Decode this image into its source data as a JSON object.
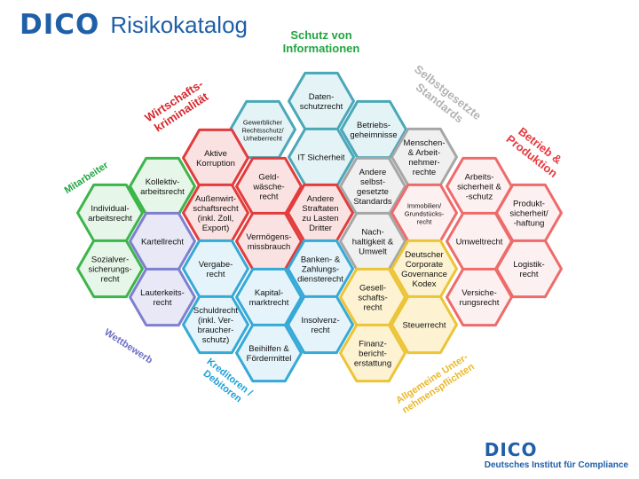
{
  "header": {
    "logo": "DICO",
    "title": "Risikokatalog"
  },
  "footer": {
    "logo": "DICO",
    "subtitle": "Deutsches Institut für Compliance"
  },
  "colors": {
    "green": {
      "stroke": "#3cb54a",
      "fill": "#e6f6e8"
    },
    "red": {
      "stroke": "#e23c3c",
      "fill": "#fbe2e2"
    },
    "teal": {
      "stroke": "#4aa8b8",
      "fill": "#e4f3f6"
    },
    "gray": {
      "stroke": "#a6a6a6",
      "fill": "#f0f0f0"
    },
    "pink": {
      "stroke": "#ee6b6b",
      "fill": "#fdf0f0"
    },
    "purple": {
      "stroke": "#7f7fd0",
      "fill": "#e8e8f7"
    },
    "cyan": {
      "stroke": "#37a9d6",
      "fill": "#e4f4fa"
    },
    "yellow": {
      "stroke": "#ecc437",
      "fill": "#fdf3d3"
    }
  },
  "categories": [
    {
      "id": "schutz",
      "lines": [
        "Schutz von",
        "Informationen"
      ],
      "color": "#22a541"
    },
    {
      "id": "wirtschaftskriminalitaet",
      "lines": [
        "Wirtschafts-",
        "kriminalität"
      ],
      "color": "#d7262c"
    },
    {
      "id": "selbstgesetzte",
      "lines": [
        "Selbstgesetzte",
        "Standards"
      ],
      "color": "#b3b3b3"
    },
    {
      "id": "betrieb",
      "lines": [
        "Betrieb &",
        "Produktion"
      ],
      "color": "#e8393f"
    },
    {
      "id": "mitarbeiter",
      "lines": [
        "Mitarbeiter"
      ],
      "color": "#22a541"
    },
    {
      "id": "wettbewerb",
      "lines": [
        "Wettbewerb"
      ],
      "color": "#6f6fc4"
    },
    {
      "id": "kreditoren",
      "lines": [
        "Kreditoren /",
        "Debitoren"
      ],
      "color": "#1e9fd6"
    },
    {
      "id": "allgemeine",
      "lines": [
        "Allgemeine Unter-",
        "nehmenspflichten"
      ],
      "color": "#eab82a"
    }
  ],
  "hexes": [
    {
      "id": "datenschutzrecht",
      "lines": [
        "Daten-",
        "schutzrecht"
      ],
      "color": "teal"
    },
    {
      "id": "gewerblicher-rechtsschutz",
      "lines": [
        "Gewerblicher",
        "Rechtsschutz/",
        "Urheberrecht"
      ],
      "color": "teal",
      "small": true
    },
    {
      "id": "betriebsgeheimnisse",
      "lines": [
        "Betriebs-",
        "geheimnisse"
      ],
      "color": "teal"
    },
    {
      "id": "it-sicherheit",
      "lines": [
        "IT Sicherheit"
      ],
      "color": "teal"
    },
    {
      "id": "aktive-korruption",
      "lines": [
        "Aktive",
        "Korruption"
      ],
      "color": "red"
    },
    {
      "id": "geldwaeschrecht",
      "lines": [
        "Geld-",
        "wäsche-",
        "recht"
      ],
      "color": "red"
    },
    {
      "id": "aussenwirtschaftsrecht",
      "lines": [
        "Außenwirt-",
        "schaftsrecht",
        "(inkl. Zoll,",
        "Export)"
      ],
      "color": "red"
    },
    {
      "id": "andere-straftaten",
      "lines": [
        "Andere",
        "Straftaten",
        "zu Lasten",
        "Dritter"
      ],
      "color": "red"
    },
    {
      "id": "vermoegensmissbrauch",
      "lines": [
        "Vermögens-",
        "missbrauch"
      ],
      "color": "red"
    },
    {
      "id": "menschenrechte",
      "lines": [
        "Menschen-",
        "& Arbeit-",
        "nehmer-",
        "rechte"
      ],
      "color": "gray"
    },
    {
      "id": "andere-standards",
      "lines": [
        "Andere",
        "selbst-",
        "gesetzte",
        "Standards"
      ],
      "color": "gray"
    },
    {
      "id": "nachhaltigkeit",
      "lines": [
        "Nach-",
        "haltigkeit &",
        "Umwelt"
      ],
      "color": "gray"
    },
    {
      "id": "arbeitssicherheit",
      "lines": [
        "Arbeits-",
        "sicherheit &",
        "-schutz"
      ],
      "color": "pink"
    },
    {
      "id": "immobilien",
      "lines": [
        "Immobilien/",
        "Grundstücks-",
        "recht"
      ],
      "color": "pink",
      "small": true
    },
    {
      "id": "produktsicherheit",
      "lines": [
        "Produkt-",
        "sicherheit/",
        "-haftung"
      ],
      "color": "pink"
    },
    {
      "id": "umweltrecht",
      "lines": [
        "Umweltrecht"
      ],
      "color": "pink"
    },
    {
      "id": "logistikrecht",
      "lines": [
        "Logistik-",
        "recht"
      ],
      "color": "pink"
    },
    {
      "id": "versicherungsrecht",
      "lines": [
        "Versiche-",
        "rungsrecht"
      ],
      "color": "pink"
    },
    {
      "id": "kollektivarbeitsrecht",
      "lines": [
        "Kollektiv-",
        "arbeitsrecht"
      ],
      "color": "green"
    },
    {
      "id": "individualarbeitsrecht",
      "lines": [
        "Individual-",
        "arbeitsrecht"
      ],
      "color": "green"
    },
    {
      "id": "sozialversicherungsrecht",
      "lines": [
        "Sozialver-",
        "sicherungs-",
        "recht"
      ],
      "color": "green"
    },
    {
      "id": "kartellrecht",
      "lines": [
        "Kartellrecht"
      ],
      "color": "purple"
    },
    {
      "id": "lauterkeitsrecht",
      "lines": [
        "Lauterkeits-",
        "recht"
      ],
      "color": "purple"
    },
    {
      "id": "vergaberecht",
      "lines": [
        "Vergabe-",
        "recht"
      ],
      "color": "cyan"
    },
    {
      "id": "kapitalmarktrecht",
      "lines": [
        "Kapital-",
        "marktrecht"
      ],
      "color": "cyan"
    },
    {
      "id": "banken-zahlungsdienste",
      "lines": [
        "Banken- &",
        "Zahlungs-",
        "diensterecht"
      ],
      "color": "cyan"
    },
    {
      "id": "schuldrecht",
      "lines": [
        "Schuldrecht",
        "(inkl. Ver-",
        "braucher-",
        "schutz)"
      ],
      "color": "cyan"
    },
    {
      "id": "insolvenzrecht",
      "lines": [
        "Insolvenz-",
        "recht"
      ],
      "color": "cyan"
    },
    {
      "id": "beihilfen",
      "lines": [
        "Beihilfen &",
        "Fördermittel"
      ],
      "color": "cyan"
    },
    {
      "id": "corporate-governance",
      "lines": [
        "Deutscher",
        "Corporate",
        "Governance",
        "Kodex"
      ],
      "color": "yellow"
    },
    {
      "id": "gesellschaftsrecht",
      "lines": [
        "Gesell-",
        "schafts-",
        "recht"
      ],
      "color": "yellow"
    },
    {
      "id": "steuerrecht",
      "lines": [
        "Steuerrecht"
      ],
      "color": "yellow"
    },
    {
      "id": "finanzberichterstattung",
      "lines": [
        "Finanz-",
        "bericht-",
        "erstattung"
      ],
      "color": "yellow"
    }
  ]
}
